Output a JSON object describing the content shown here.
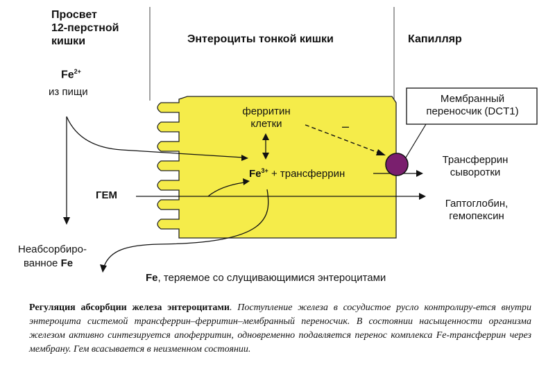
{
  "headers": {
    "lumen": [
      "Просвет",
      "12-перстной",
      "кишки"
    ],
    "enterocytes": "Энтероциты тонкой кишки",
    "capillary": "Капилляр"
  },
  "labels": {
    "fe_food_main": "Fe",
    "fe_food_sup": "2+",
    "fe_food_sub": "из пищи",
    "ferritin": [
      "ферритин",
      "клетки"
    ],
    "fe3_main": "Fe",
    "fe3_sup": "3+",
    "fe3_rest": "+ трансферрин",
    "minus": "–",
    "transporter": [
      "Мембранный",
      "переносчик (DCT1)"
    ],
    "transferrin_serum": [
      "Трансферрин",
      "сыворотки"
    ],
    "hem": "ГЕМ",
    "haptoglobin": [
      "Гаптоглобин,",
      "гемопексин"
    ],
    "unabsorbed_1": "Неабсорбиро-",
    "unabsorbed_2": "ванное",
    "unabsorbed_fe": "Fe",
    "lost_fe": "Fe",
    "lost_rest": ", теряемое со слущивающимися энтероцитами"
  },
  "caption": {
    "title": "Регуляция абсорбции железа энтероцитами",
    "body": ". Поступление железа в сосудистое русло контролиру-ется внутри энтероцита системой трансферрин–ферритин–мембранный переносчик. В состоянии насыщенности организма железом активно синтезируется апоферритин, одновременно подавляется перенос комплекса Fe-трансферрин через мембрану. Гем всасывается в неизменном состоянии."
  },
  "colors": {
    "cell_fill": "#f5ec4a",
    "transporter_fill": "#7a1f6e",
    "line": "#111111"
  }
}
